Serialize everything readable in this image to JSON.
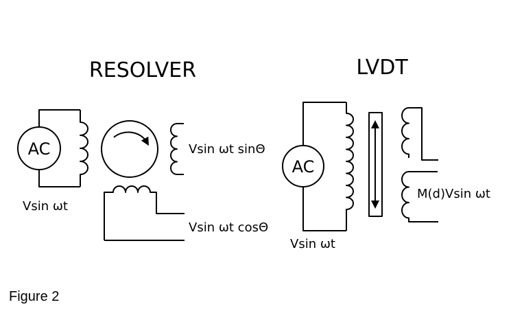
{
  "resolver": {
    "title": "RESOLVER",
    "source_label": "AC",
    "supply_label": "Vsin ωt",
    "sine_output_label": "Vsin ωt sinΘ",
    "cosine_output_label": "Vsin ωt cosΘ"
  },
  "lvdt": {
    "title": "LVDT",
    "source_label": "AC",
    "supply_label": "Vsin ωt",
    "output_label": "M(d)Vsin ωt"
  },
  "caption": "Figure 2",
  "colors": {
    "line": "#000000",
    "background": "#ffffff"
  }
}
